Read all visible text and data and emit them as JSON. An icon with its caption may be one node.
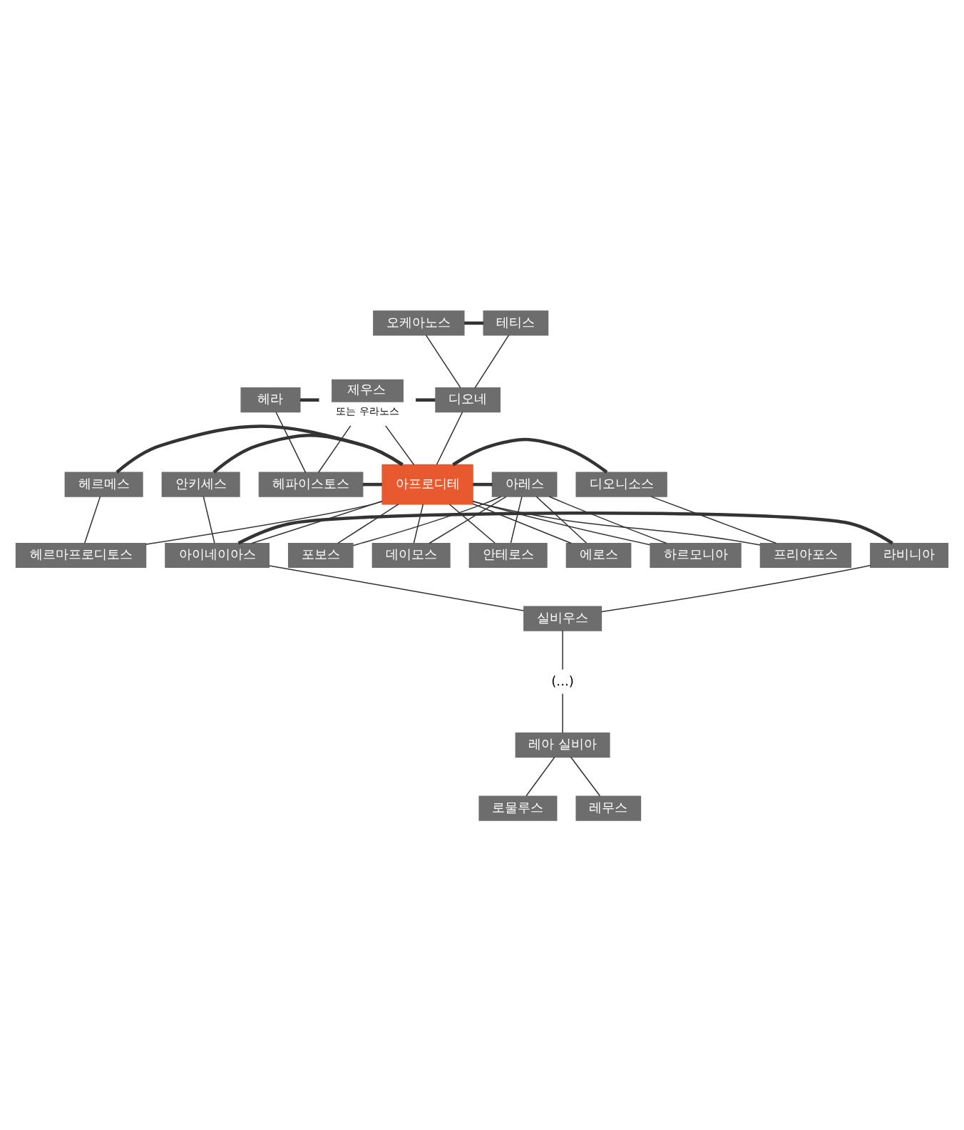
{
  "diagram": {
    "nodes": [
      {
        "text": [
          "오케아노스"
        ]
      },
      {
        "text": [
          "테티스"
        ]
      },
      {
        "text": [
          "헤라"
        ]
      },
      {
        "text": [
          "제우스"
        ],
        "beside": [
          "또는 우라노스"
        ]
      },
      {
        "text": [
          "디오네"
        ]
      },
      {
        "text": [
          "헤파이스토스"
        ]
      },
      {
        "text": [
          "디오니소스"
        ]
      },
      {
        "text": [
          "헤르메스"
        ]
      },
      {
        "text": [
          "아프로디테"
        ]
      },
      {
        "text": [
          "아레스"
        ]
      },
      {
        "text": [
          "프리아포스"
        ]
      },
      {
        "text": [
          "안키세스"
        ]
      },
      {
        "text": [
          "헤르마프로디토스"
        ]
      },
      {
        "text": [
          "에로스"
        ]
      },
      {
        "text": [
          "하르모니아"
        ]
      },
      {
        "text": [
          "포보스"
        ]
      },
      {
        "text": [
          "데이모스"
        ]
      },
      {
        "text": [
          "안테로스"
        ]
      },
      {
        "text": [
          "아이네이아스"
        ]
      },
      {
        "text": [
          "라비니아"
        ]
      },
      {
        "text": [
          "실비우스"
        ]
      },
      {
        "text": [
          "(...)"
        ]
      },
      {
        "text": [
          "레아 실비아"
        ]
      },
      {
        "text": [
          "로물루스"
        ]
      },
      {
        "text": [
          "레무스"
        ]
      }
    ],
    "edges": [
      {
        "from": 0,
        "to": 1,
        "arrow": "none",
        "style": "thick"
      },
      {
        "from": 0,
        "to": 4,
        "arrow": "none"
      },
      {
        "from": 1,
        "to": 4,
        "arrow": "none"
      },
      {
        "from": 2,
        "to": 3,
        "arrow": "none",
        "style": "thick"
      },
      {
        "from": 3,
        "to": 4,
        "arrow": "none",
        "style": "thick"
      },
      {
        "from": 2,
        "to": 5,
        "arrow": "none"
      },
      {
        "from": 3,
        "to": 5,
        "arrow": "none"
      },
      {
        "from": 3,
        "to": 8,
        "arrow": "none"
      },
      {
        "from": 4,
        "to": 8,
        "arrow": "none"
      },
      {
        "from": 5,
        "to": 8,
        "arrow": "none",
        "style": "thick"
      },
      {
        "from": 8,
        "to": 6,
        "arrow": "none",
        "style": "thick"
      },
      {
        "from": 8,
        "to": 10,
        "arrow": "none"
      },
      {
        "from": 6,
        "to": 10,
        "arrow": "none"
      },
      {
        "from": 7,
        "to": 8,
        "arrow": "none",
        "style": "thick"
      },
      {
        "from": 7,
        "to": 12,
        "arrow": "none"
      },
      {
        "from": 8,
        "to": 12,
        "arrow": "none"
      },
      {
        "from": 8,
        "to": 9,
        "arrow": "none",
        "style": "thick"
      },
      {
        "from": 8,
        "to": 13,
        "arrow": "none"
      },
      {
        "from": 9,
        "to": 13,
        "arrow": "none"
      },
      {
        "from": 8,
        "to": 14,
        "arrow": "none"
      },
      {
        "from": 9,
        "to": 14,
        "arrow": "none"
      },
      {
        "from": 8,
        "to": 15,
        "arrow": "none"
      },
      {
        "from": 9,
        "to": 15,
        "arrow": "none"
      },
      {
        "from": 8,
        "to": 16,
        "arrow": "none"
      },
      {
        "from": 9,
        "to": 16,
        "arrow": "none"
      },
      {
        "from": 8,
        "to": 17,
        "arrow": "none"
      },
      {
        "from": 9,
        "to": 17,
        "arrow": "none"
      },
      {
        "from": 11,
        "to": 8,
        "arrow": "none",
        "style": "thick"
      },
      {
        "from": 11,
        "to": 18,
        "arrow": "none"
      },
      {
        "from": 8,
        "to": 18,
        "arrow": "none"
      },
      {
        "from": 18,
        "to": 19,
        "arrow": "none",
        "style": "thick"
      },
      {
        "from": 18,
        "to": 20,
        "arrow": "none"
      },
      {
        "from": 19,
        "to": 20,
        "arrow": "none"
      },
      {
        "from": 20,
        "to": 21,
        "arrow": "none"
      },
      {
        "from": 21,
        "to": 22,
        "arrow": "none"
      },
      {
        "from": 22,
        "to": 23,
        "arrow": "none"
      },
      {
        "from": 22,
        "to": 24,
        "arrow": "none"
      }
    ]
  }
}
